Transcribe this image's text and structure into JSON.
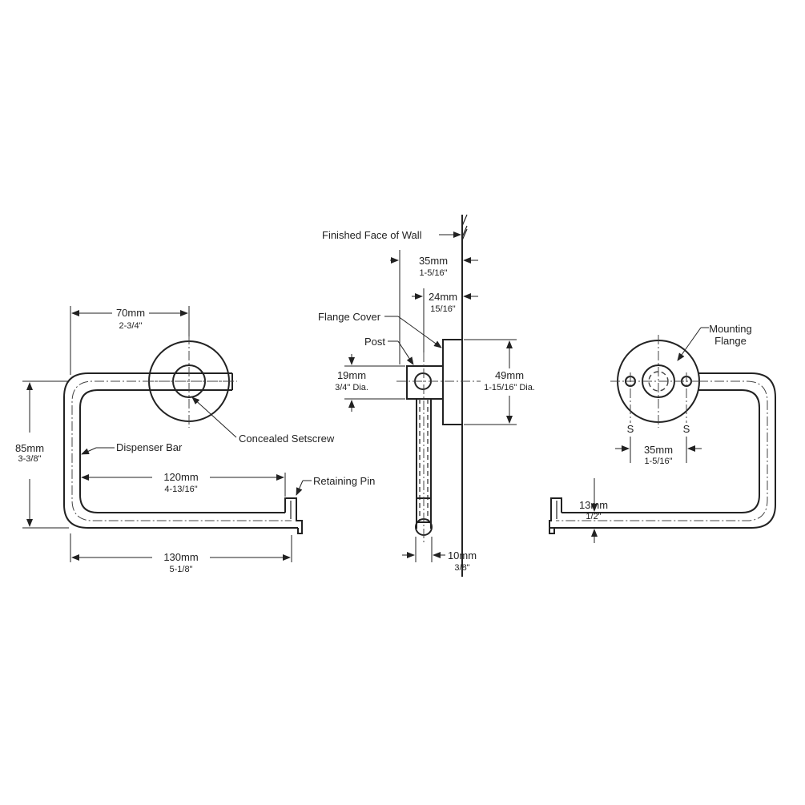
{
  "labels": {
    "wall": "Finished Face of Wall",
    "flange_cover": "Flange Cover",
    "post": "Post",
    "concealed_setscrew": "Concealed Setscrew",
    "dispenser_bar": "Dispenser Bar",
    "retaining_pin": "Retaining Pin",
    "mounting_flange_1": "Mounting",
    "mounting_flange_2": "Flange",
    "s_left": "S",
    "s_right": "S"
  },
  "dimensions": {
    "d70": {
      "mm": "70mm",
      "in": "2-3/4\""
    },
    "d85": {
      "mm": "85mm",
      "in": "3-3/8\""
    },
    "d120": {
      "mm": "120mm",
      "in": "4-13/16\""
    },
    "d130": {
      "mm": "130mm",
      "in": "5-1/8\""
    },
    "d35a": {
      "mm": "35mm",
      "in": "1-5/16\""
    },
    "d24": {
      "mm": "24mm",
      "in": "15/16\""
    },
    "d19": {
      "mm": "19mm",
      "in": "3/4\" Dia."
    },
    "d49": {
      "mm": "49mm",
      "in": "1-15/16\" Dia."
    },
    "d10": {
      "mm": "10mm",
      "in": "3/8\""
    },
    "d35b": {
      "mm": "35mm",
      "in": "1-5/16\""
    },
    "d13": {
      "mm": "13mm",
      "in": "1/2\""
    }
  }
}
